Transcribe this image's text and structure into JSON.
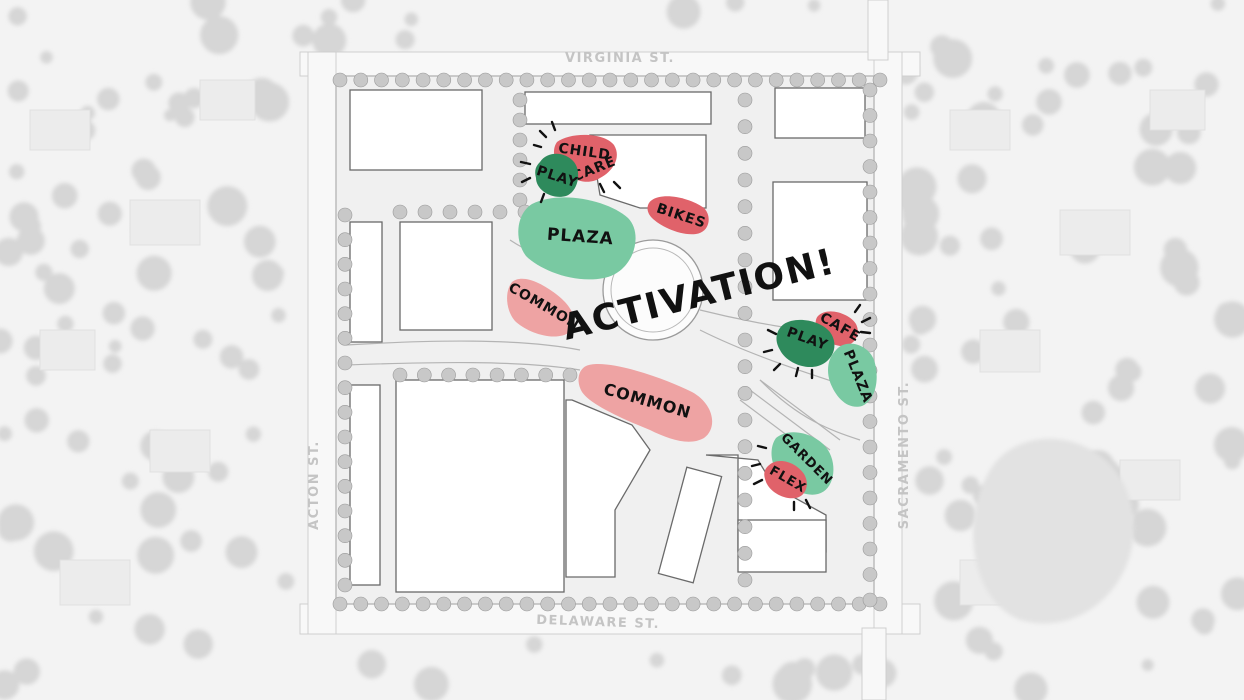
{
  "streets": {
    "north": "VIRGINIA ST.",
    "south": "DELAWARE ST.",
    "west": "ACTON ST.",
    "east": "SACRAMENTO ST."
  },
  "headline": "ACTIVATION!",
  "zones": {
    "child": "CHILD",
    "care": "CARE",
    "play_north": "PLAY",
    "bikes": "BIKES",
    "plaza_north": "PLAZA",
    "common_west": "COMMON",
    "common_south": "COMMON",
    "cafe": "CAFE",
    "play_east": "PLAY",
    "plaza_east": "PLAZA",
    "garden": "GARDEN",
    "flex": "FLEX"
  },
  "colors": {
    "red": "#e0626a",
    "green": "#2e8a5c",
    "light_green": "#79c9a2",
    "pink": "#eea3a3"
  }
}
